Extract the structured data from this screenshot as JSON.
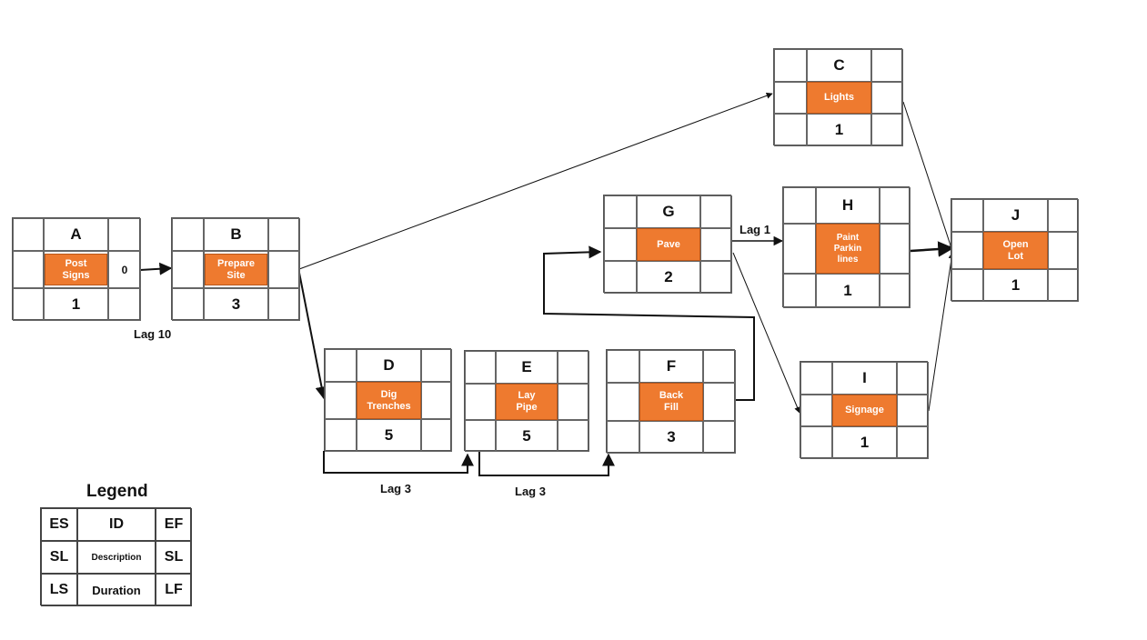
{
  "nodes": {
    "A": {
      "id": "A",
      "description": "Post\nSigns",
      "duration": "1",
      "extra": "0"
    },
    "B": {
      "id": "B",
      "description": "Prepare\nSite",
      "duration": "3"
    },
    "C": {
      "id": "C",
      "description": "Lights",
      "duration": "1"
    },
    "D": {
      "id": "D",
      "description": "Dig\nTrenches",
      "duration": "5"
    },
    "E": {
      "id": "E",
      "description": "Lay\nPipe",
      "duration": "5"
    },
    "F": {
      "id": "F",
      "description": "Back\nFill",
      "duration": "3"
    },
    "G": {
      "id": "G",
      "description": "Pave",
      "duration": "2"
    },
    "H": {
      "id": "H",
      "description": "Paint\nParkin\nlines",
      "duration": "1"
    },
    "I": {
      "id": "I",
      "description": "Signage",
      "duration": "1"
    },
    "J": {
      "id": "J",
      "description": "Open\nLot",
      "duration": "1"
    }
  },
  "lags": {
    "ab": "Lag 10",
    "de": "Lag 3",
    "ef": "Lag 3",
    "gh": "Lag 1"
  },
  "legend": {
    "title": "Legend",
    "es": "ES",
    "id": "ID",
    "ef": "EF",
    "sl_left": "SL",
    "description": "Description",
    "sl_right": "SL",
    "ls": "LS",
    "duration": "Duration",
    "lf": "LF"
  },
  "colors": {
    "description_fill": "#ee7a2f",
    "line": "#111111"
  }
}
